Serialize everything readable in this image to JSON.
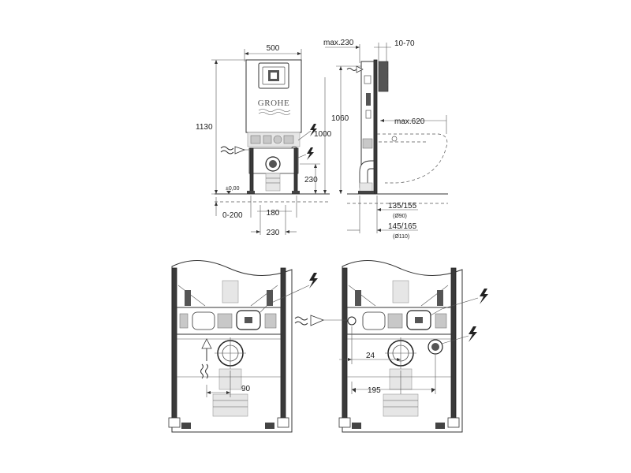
{
  "brand": "GROHE",
  "front_view": {
    "width_top": "500",
    "height_total": "1130",
    "height_frame": "1060",
    "height_power": "1000",
    "height_outlet": "230",
    "floor_zero": "±0,00",
    "floor_range": "0-200",
    "foot_spacing": "180",
    "bottom_width": "230"
  },
  "side_view": {
    "max_depth_top": "max.230",
    "wall_gap": "10-70",
    "max_projection": "max.620",
    "outlet_offset_1": "135/155",
    "outlet_diameter_1": "(Ø90)",
    "outlet_offset_2": "145/165",
    "outlet_diameter_2": "(Ø110)"
  },
  "detail_left": {
    "offset": "90"
  },
  "detail_right": {
    "offset_small": "24",
    "offset_large": "195"
  },
  "icons": [
    "lightning-icon",
    "water-supply-icon",
    "ventilation-icon"
  ]
}
